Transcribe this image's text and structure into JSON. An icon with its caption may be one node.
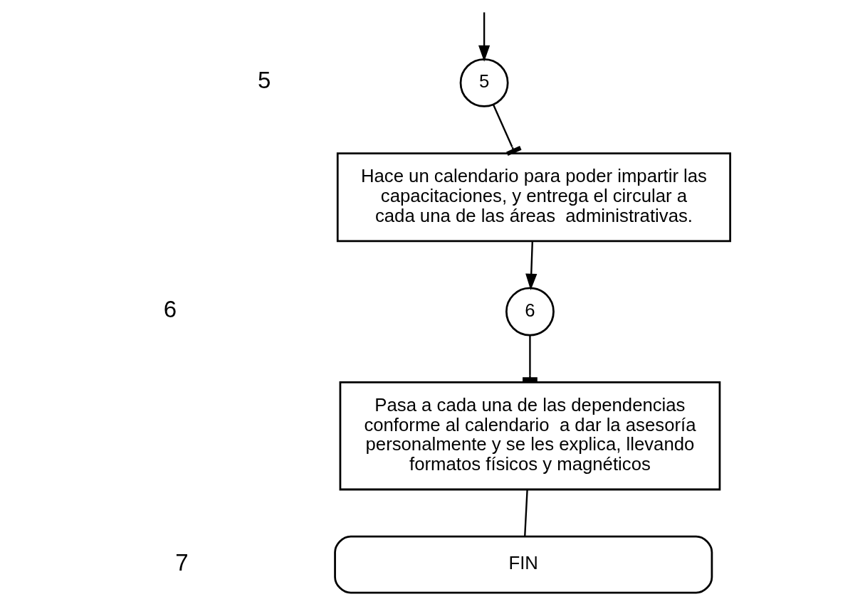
{
  "diagram": {
    "nodes": [
      {
        "text": [
          "5"
        ]
      },
      {
        "text": [
          "Hace un calendario para poder impartir las capacitaciones, y entrega el circular a cada una de las áreas  administrativas."
        ]
      },
      {
        "text": [
          "6"
        ]
      },
      {
        "text": [
          "Pasa a cada una de las dependencias conforme al calendario  a dar la asesoría personalmente y se les explica, llevando formatos físicos y magnéticos"
        ]
      },
      {
        "text": [
          "FIN"
        ]
      }
    ],
    "edges": [
      {
        "from": null,
        "to": 0,
        "arrow": "to"
      },
      {
        "from": 0,
        "to": 1,
        "arrow": "other"
      },
      {
        "from": 1,
        "to": 2,
        "arrow": "to"
      },
      {
        "from": 2,
        "to": 3,
        "arrow": "other"
      },
      {
        "from": 3,
        "to": 4,
        "arrow": "none"
      }
    ],
    "labels": [
      "5",
      "6",
      "7"
    ]
  }
}
